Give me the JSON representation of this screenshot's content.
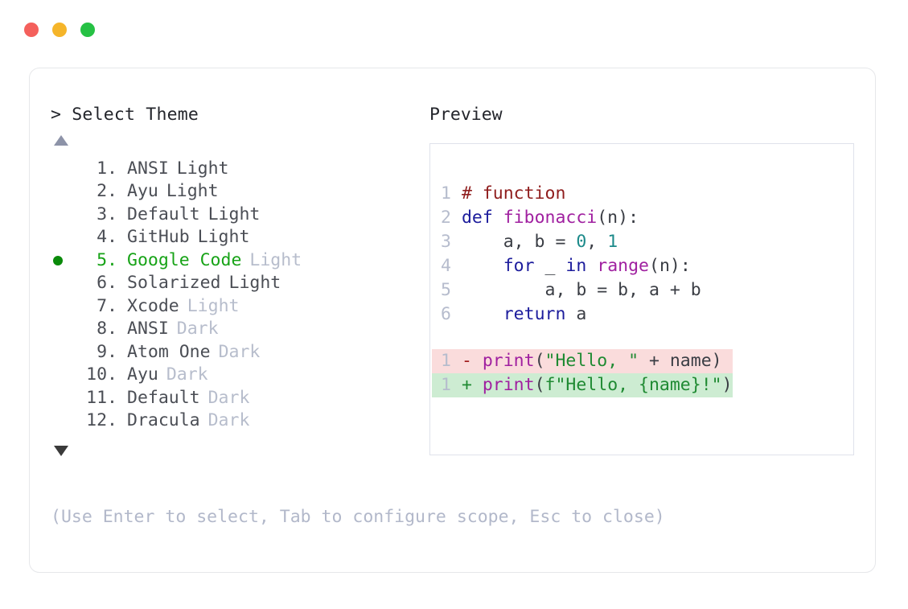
{
  "window": {
    "traffic_lights": [
      {
        "name": "close",
        "color": "#f4605c"
      },
      {
        "name": "minimize",
        "color": "#f5b52a"
      },
      {
        "name": "maximize",
        "color": "#26c144"
      }
    ]
  },
  "prompt": {
    "header": "> Select Theme",
    "scroll_up_icon": "triangle-up",
    "scroll_down_icon": "triangle-down",
    "hint": "(Use Enter to select, Tab to configure scope, Esc to close)"
  },
  "themes": [
    {
      "index": "1.",
      "name": "ANSI",
      "suffix": "Light",
      "suffix_muted": false,
      "selected": false
    },
    {
      "index": "2.",
      "name": "Ayu",
      "suffix": "Light",
      "suffix_muted": false,
      "selected": false
    },
    {
      "index": "3.",
      "name": "Default",
      "suffix": "Light",
      "suffix_muted": false,
      "selected": false
    },
    {
      "index": "4.",
      "name": "GitHub",
      "suffix": "Light",
      "suffix_muted": false,
      "selected": false
    },
    {
      "index": "5.",
      "name": "Google Code",
      "suffix": "Light",
      "suffix_muted": true,
      "selected": true
    },
    {
      "index": "6.",
      "name": "Solarized",
      "suffix": "Light",
      "suffix_muted": false,
      "selected": false
    },
    {
      "index": "7.",
      "name": "Xcode",
      "suffix": "Light",
      "suffix_muted": true,
      "selected": false
    },
    {
      "index": "8.",
      "name": "ANSI",
      "suffix": "Dark",
      "suffix_muted": true,
      "selected": false
    },
    {
      "index": "9.",
      "name": "Atom One",
      "suffix": "Dark",
      "suffix_muted": true,
      "selected": false
    },
    {
      "index": "10.",
      "name": "Ayu",
      "suffix": "Dark",
      "suffix_muted": true,
      "selected": false
    },
    {
      "index": "11.",
      "name": "Default",
      "suffix": "Dark",
      "suffix_muted": true,
      "selected": false
    },
    {
      "index": "12.",
      "name": "Dracula",
      "suffix": "Dark",
      "suffix_muted": true,
      "selected": false
    }
  ],
  "preview": {
    "label": "Preview",
    "code_lines": [
      {
        "ln": "1",
        "tokens": [
          {
            "t": "# function",
            "c": "comment"
          }
        ]
      },
      {
        "ln": "2",
        "tokens": [
          {
            "t": "def ",
            "c": "kw"
          },
          {
            "t": "fibonacci",
            "c": "fn"
          },
          {
            "t": "(n):",
            "c": "plain"
          }
        ]
      },
      {
        "ln": "3",
        "tokens": [
          {
            "t": "    a, b = ",
            "c": "plain"
          },
          {
            "t": "0",
            "c": "num"
          },
          {
            "t": ", ",
            "c": "plain"
          },
          {
            "t": "1",
            "c": "num"
          }
        ]
      },
      {
        "ln": "4",
        "tokens": [
          {
            "t": "    ",
            "c": "plain"
          },
          {
            "t": "for",
            "c": "kw"
          },
          {
            "t": " _ ",
            "c": "plain"
          },
          {
            "t": "in",
            "c": "kw"
          },
          {
            "t": " ",
            "c": "plain"
          },
          {
            "t": "range",
            "c": "fn"
          },
          {
            "t": "(n):",
            "c": "plain"
          }
        ]
      },
      {
        "ln": "5",
        "tokens": [
          {
            "t": "        a, b = b, a + b",
            "c": "plain"
          }
        ]
      },
      {
        "ln": "6",
        "tokens": [
          {
            "t": "    ",
            "c": "plain"
          },
          {
            "t": "return",
            "c": "kw"
          },
          {
            "t": " a",
            "c": "plain"
          }
        ]
      }
    ],
    "diff_lines": [
      {
        "ln": "1",
        "marker": "-",
        "kind": "del",
        "tokens": [
          {
            "t": "print",
            "c": "fn"
          },
          {
            "t": "(",
            "c": "plain"
          },
          {
            "t": "\"Hello, \"",
            "c": "str"
          },
          {
            "t": " + name)",
            "c": "plain"
          }
        ]
      },
      {
        "ln": "1",
        "marker": "+",
        "kind": "add",
        "tokens": [
          {
            "t": "print",
            "c": "fn"
          },
          {
            "t": "(",
            "c": "plain"
          },
          {
            "t": "f\"Hello, {name}!\"",
            "c": "str"
          },
          {
            "t": ")",
            "c": "plain"
          }
        ]
      }
    ]
  },
  "colors": {
    "selected_green": "#17a317",
    "muted_gray": "#b7bdcc",
    "text_gray": "#4b4e55",
    "comment_red": "#8f1d1d",
    "keyword_blue": "#1c1c9c",
    "function_purple": "#a020a0",
    "number_teal": "#1c8a8a",
    "string_green": "#1f8a32",
    "diff_del_bg": "#fadcdc",
    "diff_add_bg": "#cdecd2"
  }
}
